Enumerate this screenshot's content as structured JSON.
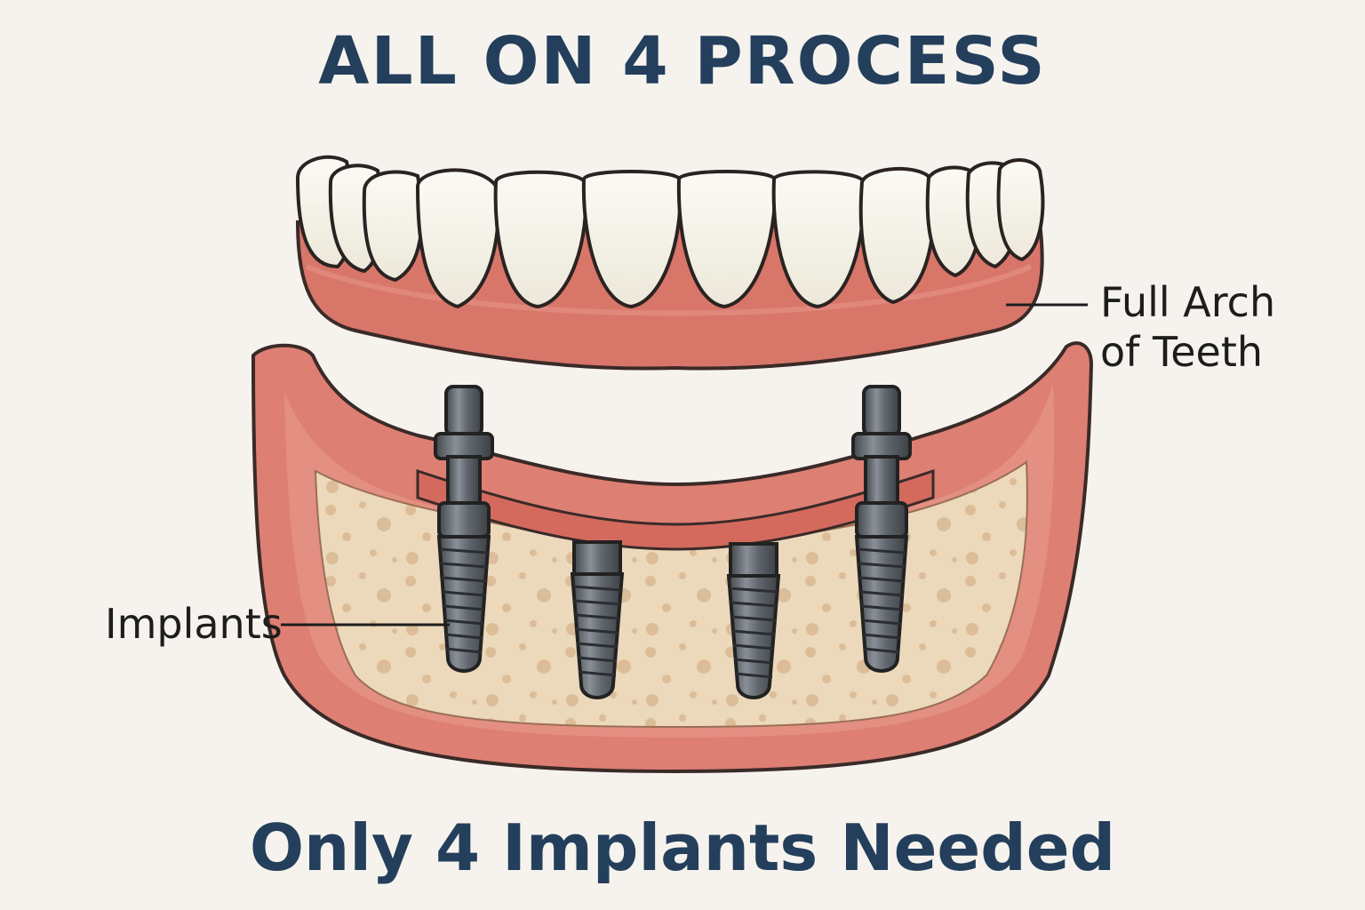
{
  "title": "ALL ON 4 PROCESS",
  "subtitle": "Only 4 Implants Needed",
  "labels": {
    "arch_line1": "Full Arch",
    "arch_line2": "of Teeth",
    "implants": "Implants"
  },
  "diagram": {
    "components": [
      "full-arch-prosthesis",
      "lower-jaw",
      "bone",
      "gum",
      "implants"
    ],
    "implant_count": 4,
    "implant_types": [
      "angled-with-abutment",
      "straight",
      "straight",
      "angled-with-abutment"
    ]
  },
  "colors": {
    "title": "#243f5c",
    "background": "#f6f3ee",
    "gum": "#d9766a",
    "gum_light": "#e89a8d",
    "teeth": "#f4f1e6",
    "bone": "#ecd8b8",
    "bone_spots": "#d9b993",
    "implant": "#5c6168",
    "outline": "#3a2a28"
  }
}
